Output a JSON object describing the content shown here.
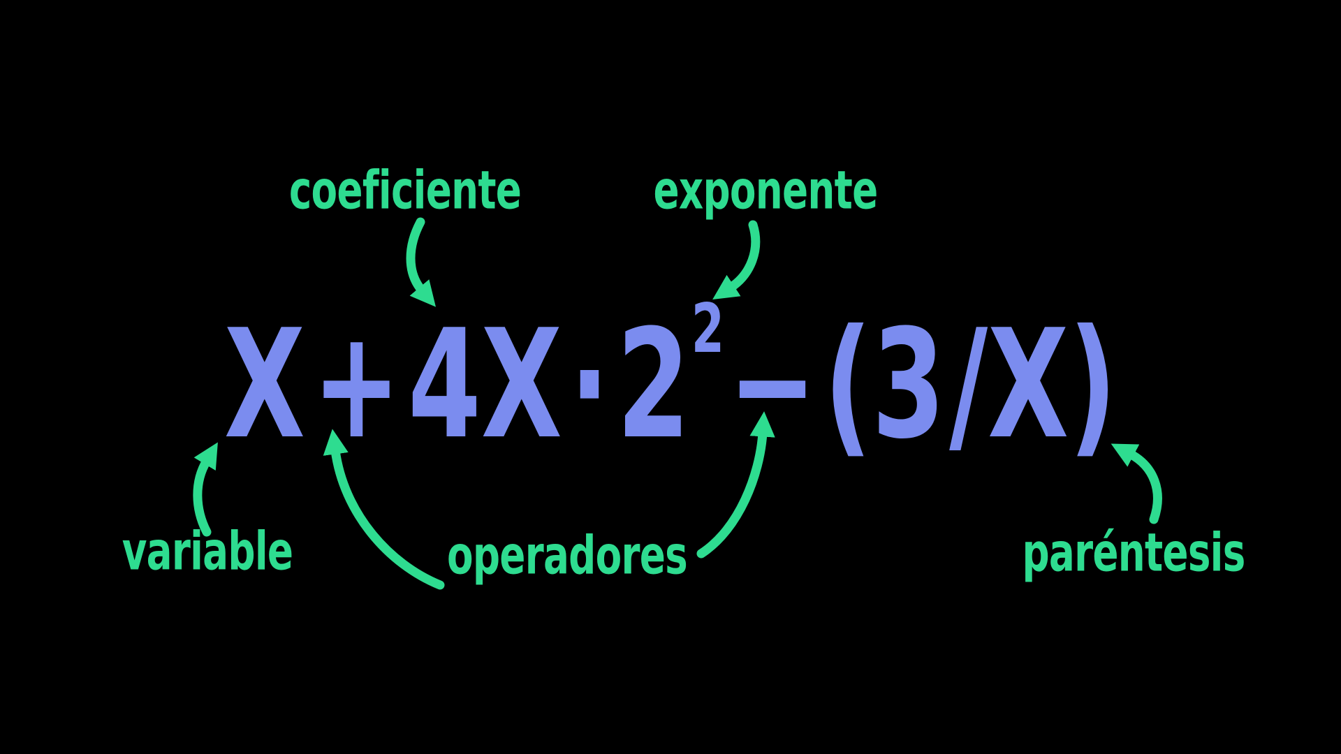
{
  "diagram": {
    "background": "#000000",
    "expression": {
      "full": "X + 4X · 2² − (3/X)",
      "color": "#7B8CEF",
      "parts": {
        "variable_term": "X",
        "plus_operator": "+",
        "coefficient": "4",
        "coefficient_variable": "X",
        "multiplication_dot": "·",
        "base": "2",
        "exponent": "2",
        "minus_operator": "−",
        "open_paren": "(",
        "numerator": "3",
        "division_slash": "/",
        "denominator": "X",
        "close_paren": ")"
      }
    },
    "labels": {
      "color": "#2EDC90",
      "coefficient": {
        "text": "coeficiente",
        "points_to": "4"
      },
      "exponent": {
        "text": "exponente",
        "points_to": "2 (superscript)"
      },
      "variable": {
        "text": "variable",
        "points_to": "X"
      },
      "operators": {
        "text": "operadores",
        "points_to": "+ and −"
      },
      "parentheses": {
        "text": "paréntesis",
        "points_to": ")"
      }
    }
  }
}
